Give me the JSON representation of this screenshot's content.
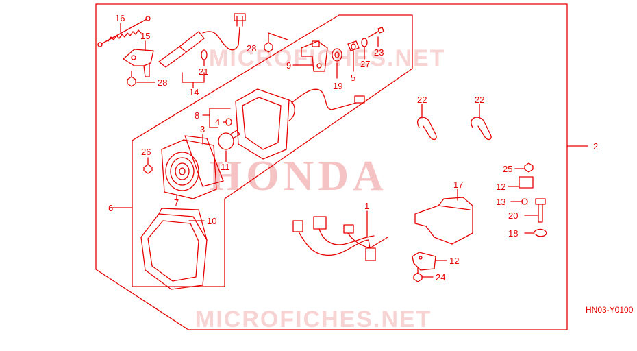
{
  "diagram": {
    "accent_color": "#e60000",
    "reference_code": "HN03-Y0100",
    "watermark_brand": "HONDA",
    "watermark_site": "MICROFICHES.NET",
    "callouts": {
      "c1": "1",
      "c2": "2",
      "c3": "3",
      "c4": "4",
      "c5": "5",
      "c6": "6",
      "c7": "7",
      "c8": "8",
      "c9": "9",
      "c10": "10",
      "c11": "11",
      "c12a": "12",
      "c12b": "12",
      "c13": "13",
      "c14": "14",
      "c15": "15",
      "c16": "16",
      "c17": "17",
      "c18": "18",
      "c19": "19",
      "c20": "20",
      "c21": "21",
      "c22a": "22",
      "c22b": "22",
      "c23": "23",
      "c24": "24",
      "c25": "25",
      "c26": "26",
      "c27": "27",
      "c28a": "28",
      "c28b": "28"
    }
  }
}
